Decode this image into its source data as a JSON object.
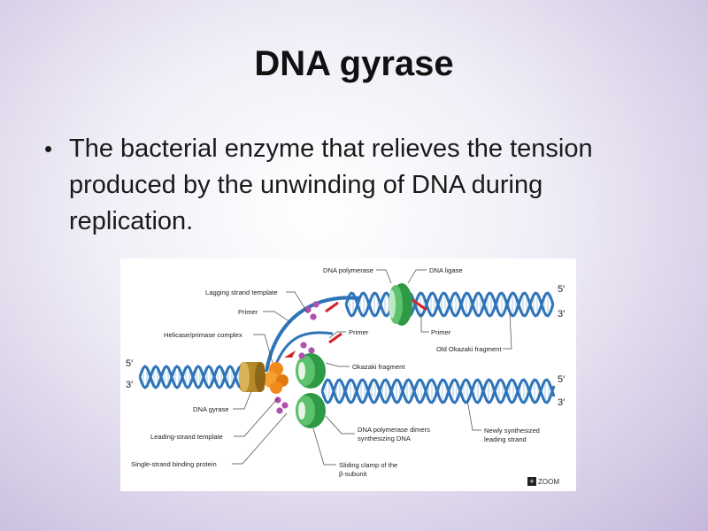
{
  "slide": {
    "title": "DNA gyrase",
    "bullets": [
      {
        "marker": "•",
        "text": "The bacterial enzyme that relieves the tension produced by the unwinding of DNA during replication."
      }
    ]
  },
  "figure": {
    "labels": {
      "dna_polymerase": "DNA polymerase",
      "dna_ligase": "DNA ligase",
      "lagging_strand_template": "Lagging strand template",
      "primer_top": "Primer",
      "helicase_primase": "Helicase/primase complex",
      "primer_mid": "Primer",
      "primer_right": "Primer",
      "old_okazaki": "Old Okazaki fragment",
      "okazaki": "Okazaki fragment",
      "dna_gyrase": "DNA gyrase",
      "leading_strand_template": "Leading-strand template",
      "polymerase_dimers_1": "DNA polymerase dimers",
      "polymerase_dimers_2": "synthesizing DNA",
      "newly_synth_1": "Newly synthesized",
      "newly_synth_2": "leading strand",
      "ssb": "Single-strand binding protein",
      "sliding_clamp_1": "Sliding clamp of the",
      "sliding_clamp_2": "β-subunit"
    },
    "strand_ends": {
      "top_right_5": "5′",
      "top_right_3": "3′",
      "left_5": "5′",
      "left_3": "3′",
      "bottom_right_5": "5′",
      "bottom_right_3": "3′"
    },
    "zoom": {
      "icon": "+",
      "label": "ZOOM"
    },
    "colors": {
      "helix_blue": "#2f74b8",
      "rung_light": "#cfe3f2",
      "polymerase_green": "#2f9a45",
      "helicase_orange": "#f08a1c",
      "gyrase_tan": "#b5892a",
      "ssb_magenta": "#b04fae",
      "primer_red": "#d2232a"
    }
  }
}
